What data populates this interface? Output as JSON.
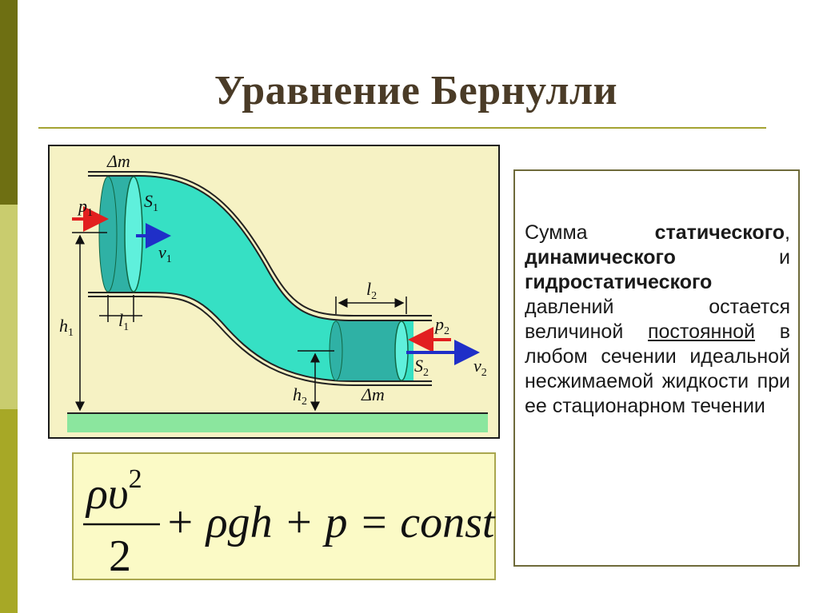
{
  "slide": {
    "title": "Уравнение Бернулли"
  },
  "diagram": {
    "labels": {
      "dm_top": "Δm",
      "dm_bottom": "Δm",
      "p1": "p",
      "p1_sub": "1",
      "s1": "S",
      "s1_sub": "1",
      "v1": "v",
      "v1_sub": "1",
      "l1": "l",
      "l1_sub": "1",
      "h1": "h",
      "h1_sub": "1",
      "l2": "l",
      "l2_sub": "2",
      "p2": "p",
      "p2_sub": "2",
      "s2": "S",
      "s2_sub": "2",
      "v2": "v",
      "v2_sub": "2",
      "h2": "h",
      "h2_sub": "2"
    },
    "colors": {
      "fluid": "#36e0c4",
      "cylinder": "#2fb1a5",
      "ground": "#8be69e",
      "arrow_pressure": "#e21f1f",
      "arrow_velocity": "#1f2fc8"
    }
  },
  "formula": {
    "numerator": "ρυ",
    "power": "2",
    "denominator": "2",
    "rest": "+ ρgh + p = const"
  },
  "description": {
    "t1": "Сумма ",
    "t2": "статического",
    "t3": ", ",
    "t4": "динамического",
    "t5": " и ",
    "t6": "гидростатического",
    "t7": " давлений остается величиной ",
    "t8": "постоянной",
    "t9": " в любом сечении идеальной несжимаемой жидкости при ее стационарном течении"
  }
}
